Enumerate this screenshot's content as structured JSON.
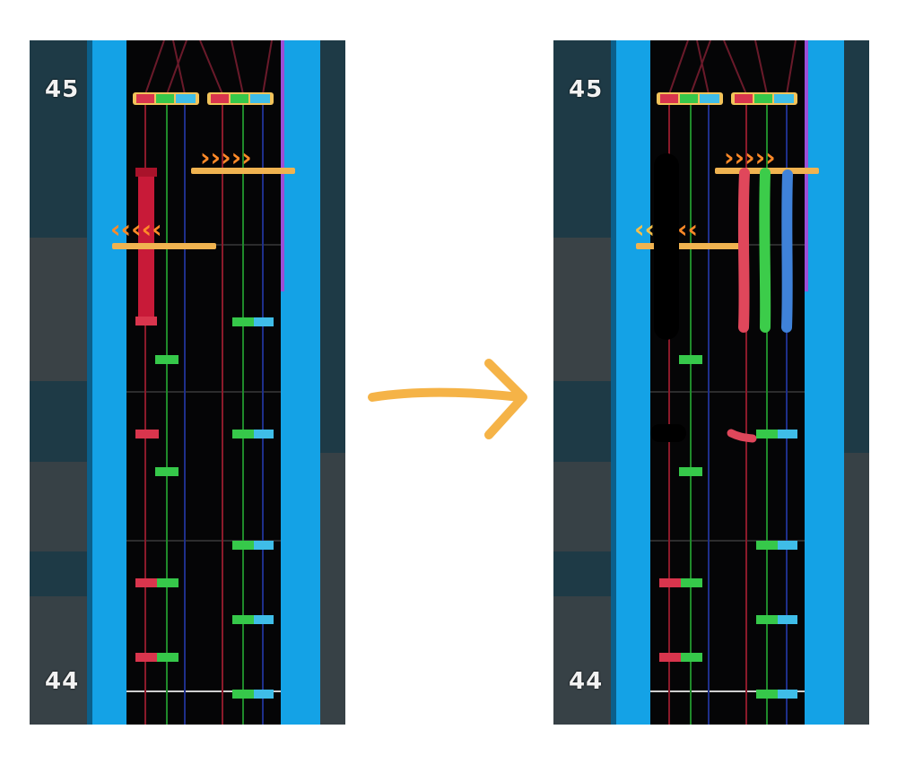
{
  "panels": [
    {
      "id": "before",
      "measure_labels": {
        "top": "45",
        "bottom": "44"
      },
      "notes": [
        {
          "type": "tap",
          "lanes": [
            "red",
            "green",
            "blue"
          ],
          "pos": 0.08
        },
        {
          "type": "tap",
          "lanes": [
            "red",
            "green",
            "blue"
          ],
          "pos": 0.08,
          "side": "right"
        },
        {
          "type": "hold",
          "lane": "red",
          "start": 0.41,
          "end": 0.19
        },
        {
          "type": "slide-left",
          "pos": 0.3
        },
        {
          "type": "slide-right",
          "pos": 0.19
        },
        {
          "type": "tap",
          "lanes": [
            "green",
            "blue"
          ],
          "pos": 0.41,
          "side": "right"
        },
        {
          "type": "tap",
          "lanes": [
            "green"
          ],
          "pos": 0.47
        },
        {
          "type": "tap",
          "lanes": [
            "red"
          ],
          "pos": 0.57
        },
        {
          "type": "tap",
          "lanes": [
            "green",
            "blue"
          ],
          "pos": 0.57,
          "side": "right"
        },
        {
          "type": "tap",
          "lanes": [
            "green"
          ],
          "pos": 0.63
        },
        {
          "type": "tap",
          "lanes": [
            "green",
            "blue"
          ],
          "pos": 0.74,
          "side": "right"
        },
        {
          "type": "tap",
          "lanes": [
            "red",
            "green"
          ],
          "pos": 0.79
        },
        {
          "type": "tap",
          "lanes": [
            "green",
            "blue"
          ],
          "pos": 0.85,
          "side": "right"
        },
        {
          "type": "tap",
          "lanes": [
            "red",
            "green"
          ],
          "pos": 0.9
        },
        {
          "type": "tap",
          "lanes": [
            "green",
            "blue"
          ],
          "pos": 0.96,
          "side": "right"
        }
      ]
    },
    {
      "id": "after",
      "measure_labels": {
        "top": "45",
        "bottom": "44"
      },
      "edits": [
        {
          "type": "erase",
          "color": "#000000"
        },
        {
          "type": "hold-stroke",
          "lane": "red",
          "color": "#e0475b"
        },
        {
          "type": "hold-stroke",
          "lane": "green",
          "color": "#3ccc4a"
        },
        {
          "type": "hold-stroke",
          "lane": "blue",
          "color": "#3f82d9"
        },
        {
          "type": "tap-stroke",
          "lane": "red",
          "color": "#e0475b"
        }
      ]
    }
  ],
  "arrow": {
    "color": "#f5b347"
  }
}
